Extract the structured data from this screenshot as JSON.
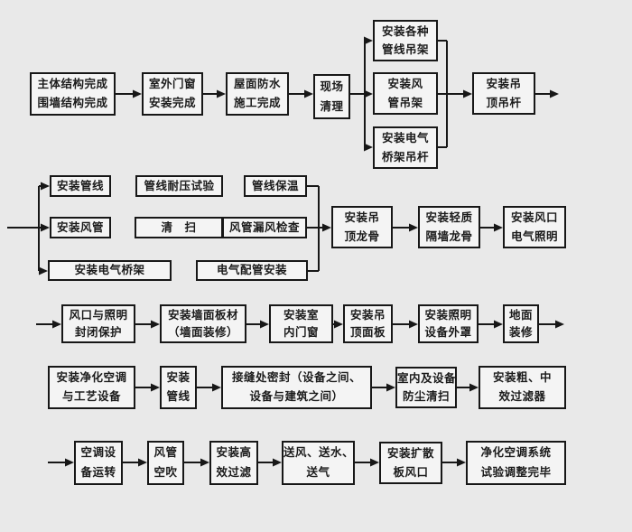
{
  "diagram": {
    "background_color": "#e9e9e9",
    "box_fill_color": "#f4f4f4",
    "line_color": "#171717",
    "text_color": "#1b1b1b",
    "nodes": [
      {
        "id": "main-structure-complete",
        "lines": [
          "主体结构完成",
          "围墙结构完成"
        ]
      },
      {
        "id": "exterior-doors-windows-done",
        "lines": [
          "室外门窗",
          "安装完成"
        ]
      },
      {
        "id": "roof-waterproofing-done",
        "lines": [
          "屋面防水",
          "施工完成"
        ]
      },
      {
        "id": "site-cleanup",
        "lines": [
          "现场",
          "清理"
        ]
      },
      {
        "id": "install-pipeline-hangers",
        "lines": [
          "安装各种",
          "管线吊架"
        ]
      },
      {
        "id": "install-duct-hangers",
        "lines": [
          "安装风",
          "管吊架"
        ]
      },
      {
        "id": "install-cable-tray-rods",
        "lines": [
          "安装电气",
          "桥架吊杆"
        ]
      },
      {
        "id": "install-ceiling-rods",
        "lines": [
          "安装吊",
          "顶吊杆"
        ]
      },
      {
        "id": "install-pipelines",
        "lines": [
          "安装管线"
        ]
      },
      {
        "id": "pipeline-pressure-test",
        "lines": [
          "管线耐压试验"
        ]
      },
      {
        "id": "pipeline-insulation",
        "lines": [
          "管线保温"
        ]
      },
      {
        "id": "install-ducts",
        "lines": [
          "安装风管"
        ]
      },
      {
        "id": "duct-sweeping",
        "lines": [
          "清　扫"
        ]
      },
      {
        "id": "duct-leak-check",
        "lines": [
          "风管漏风检查"
        ]
      },
      {
        "id": "install-cable-tray",
        "lines": [
          "安装电气桥架"
        ]
      },
      {
        "id": "electrical-conduit-install",
        "lines": [
          "电气配管安装"
        ]
      },
      {
        "id": "install-ceiling-keel",
        "lines": [
          "安装吊",
          "顶龙骨"
        ]
      },
      {
        "id": "install-partition-keel",
        "lines": [
          "安装轻质",
          "隔墙龙骨"
        ]
      },
      {
        "id": "install-outlets-lighting",
        "lines": [
          "安装风口",
          "电气照明"
        ]
      },
      {
        "id": "outlet-lighting-protection",
        "lines": [
          "风口与照明",
          "封闭保护"
        ]
      },
      {
        "id": "install-wall-panels",
        "lines": [
          "安装墙面板材",
          "（墙面装修）"
        ]
      },
      {
        "id": "install-interior-doors",
        "lines": [
          "安装室",
          "内门窗"
        ]
      },
      {
        "id": "install-ceiling-panels",
        "lines": [
          "安装吊",
          "顶面板"
        ]
      },
      {
        "id": "install-lighting-covers",
        "lines": [
          "安装照明",
          "设备外罩"
        ]
      },
      {
        "id": "floor-finishing",
        "lines": [
          "地面",
          "装修"
        ]
      },
      {
        "id": "install-clean-ac-equipment",
        "lines": [
          "安装净化空调",
          "与工艺设备"
        ]
      },
      {
        "id": "install-pipelines-2",
        "lines": [
          "安装",
          "管线"
        ]
      },
      {
        "id": "joint-sealing",
        "lines": [
          "接缝处密封（设备之间、",
          "设备与建筑之间）"
        ]
      },
      {
        "id": "room-equipment-dust-clean",
        "lines": [
          "室内及设备",
          "防尘清扫"
        ]
      },
      {
        "id": "install-coarse-medium-filter",
        "lines": [
          "安装粗、中",
          "效过滤器"
        ]
      },
      {
        "id": "ac-equipment-running",
        "lines": [
          "空调设",
          "备运转"
        ]
      },
      {
        "id": "duct-air-blow",
        "lines": [
          "风管",
          "空吹"
        ]
      },
      {
        "id": "install-hepa-filter",
        "lines": [
          "安装高",
          "效过滤"
        ]
      },
      {
        "id": "supply-air-water-gas",
        "lines": [
          "送风、送水、",
          "送气"
        ]
      },
      {
        "id": "install-diffuser-outlets",
        "lines": [
          "安装扩散",
          "板风口"
        ]
      },
      {
        "id": "system-test-adjust-complete",
        "lines": [
          "净化空调系统",
          "试验调整完毕"
        ]
      }
    ]
  }
}
